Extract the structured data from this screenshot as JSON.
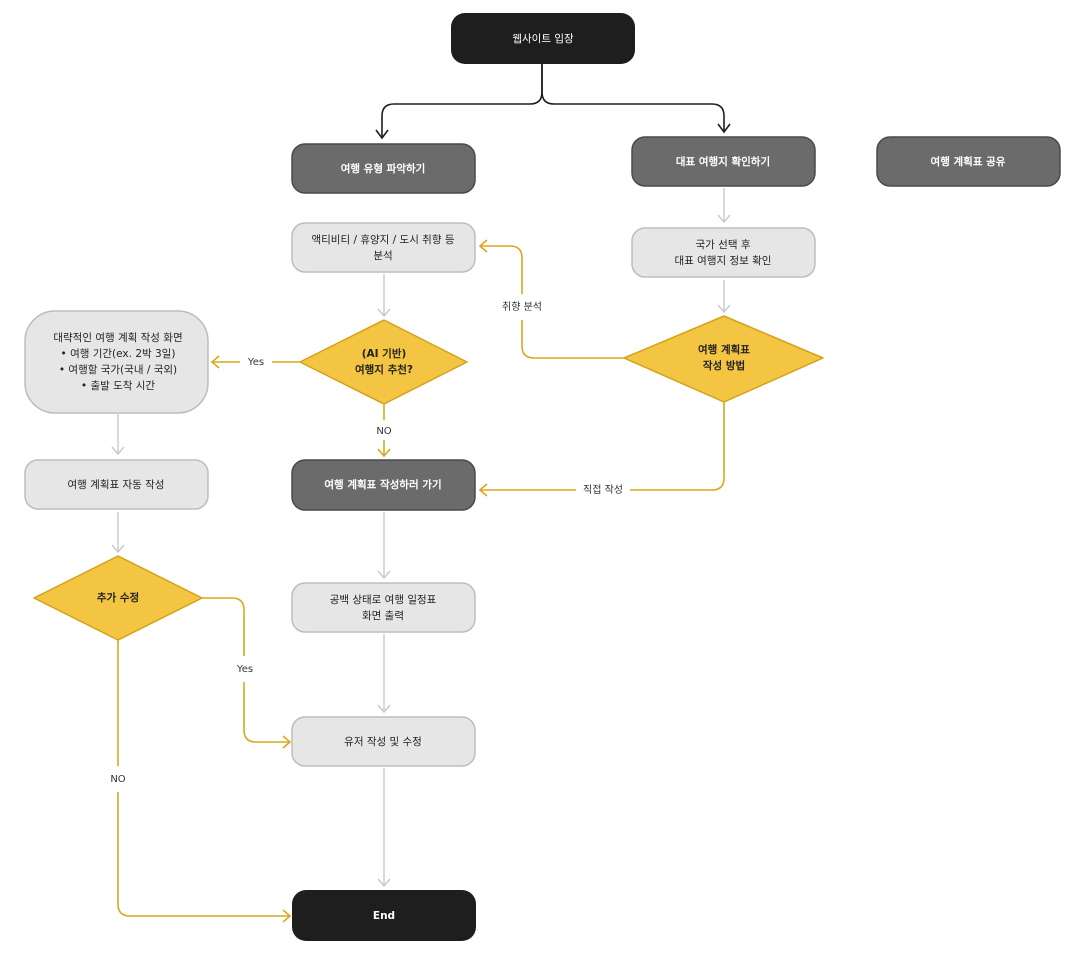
{
  "colors": {
    "black": "#1e1e1e",
    "dark_gray": "#6b6b6b",
    "light_gray": "#e6e6e6",
    "light_gray_border": "#bdbdbd",
    "yellow": "#f4c542",
    "yellow_border": "#d4a21a",
    "yellow_line": "#d9a81f",
    "gray_line": "#c9c9c9"
  },
  "nodes": {
    "start": "웹사이트 입장",
    "identify_type": "여행 유형 파악하기",
    "check_representative": "대표 여행지 확인하기",
    "share_plan": "여행 계획표 공유",
    "analyze_line1": "액티비티 / 휴양지 / 도시 취향 등",
    "analyze_line2": "분석",
    "country_line1": "국가 선택 후",
    "country_line2": "대표 여행지 정보 확인",
    "ai_recommend_line1": "(AI 기반)",
    "ai_recommend_line2": "여행지 추천?",
    "plan_method_line1": "여행 계획표",
    "plan_method_line2": "작성 방법",
    "interactive_title": "대략적인 여행 계획 작성 화면",
    "interactive_items": [
      "여행 기간(ex. 2박 3일)",
      "여행할 국가(국내 / 국외)",
      "출발 도착 시간"
    ],
    "auto_plan": "여행 계획표 자동 작성",
    "go_write_plan": "여행 계획표 작성하러 가기",
    "extra_edit": "추가 수정",
    "blank_line1": "공백 상태로 여행 일정표",
    "blank_line2": "화면 출력",
    "user_edit": "유저 작성 및 수정",
    "end": "End"
  },
  "edge_labels": {
    "yes_left": "Yes",
    "no_down": "NO",
    "taste_analysis": "취향 분석",
    "direct_write": "직접 작성",
    "yes_edit": "Yes",
    "no_edit": "NO"
  }
}
